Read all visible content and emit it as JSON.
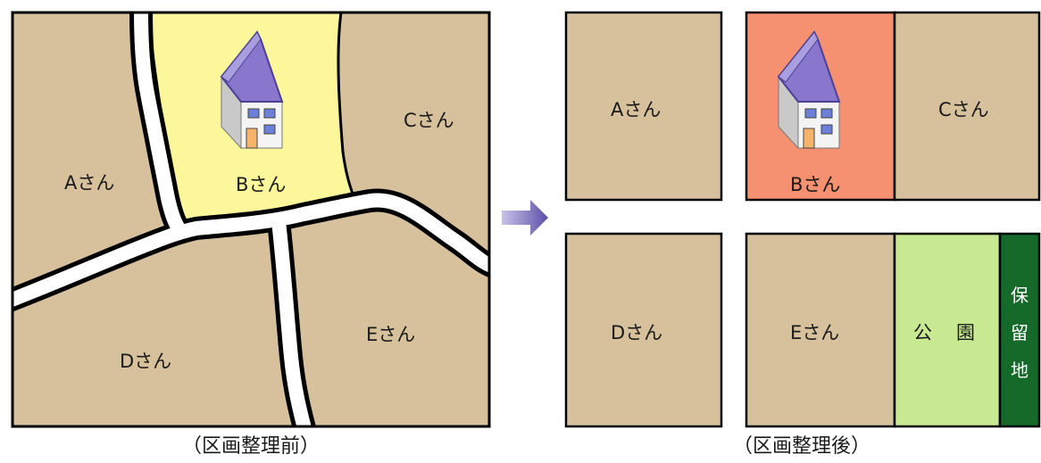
{
  "before": {
    "caption": "（区画整理前）",
    "labels": {
      "a": "Aさん",
      "b": "Bさん",
      "c": "Cさん",
      "d": "Dさん",
      "e": "Eさん"
    }
  },
  "after": {
    "caption": "（区画整理後）",
    "labels": {
      "a": "Aさん",
      "b": "Bさん",
      "c": "Cさん",
      "d": "Dさん",
      "e": "Eさん"
    },
    "park": {
      "char1": "公",
      "char2": "園"
    },
    "reserve": {
      "char1": "保",
      "char2": "留",
      "char3": "地"
    }
  },
  "colors": {
    "lot": "#d6c19c",
    "before_b_lot": "#fbf79a",
    "after_b_lot": "#f59070",
    "park": "#c8e892",
    "reserve": "#156a2a",
    "road": "#ffffff",
    "arrow": "#6c5fb0"
  }
}
